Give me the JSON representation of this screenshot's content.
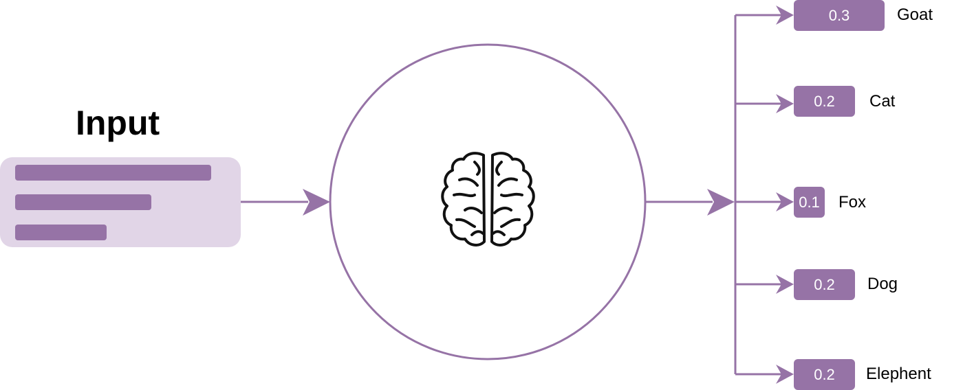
{
  "diagram": {
    "input": {
      "title": "Input",
      "lines": 3
    },
    "model": {
      "icon": "brain-icon"
    },
    "outputs": [
      {
        "value": "0.3",
        "label": "Goat"
      },
      {
        "value": "0.2",
        "label": "Cat"
      },
      {
        "value": "0.1",
        "label": "Fox"
      },
      {
        "value": "0.2",
        "label": "Dog"
      },
      {
        "value": "0.2",
        "label": "Elephent"
      }
    ],
    "colors": {
      "accent": "#9673a6",
      "input_fill": "#e1d5e7",
      "text": "#000000",
      "box_text": "#ffffff"
    }
  }
}
